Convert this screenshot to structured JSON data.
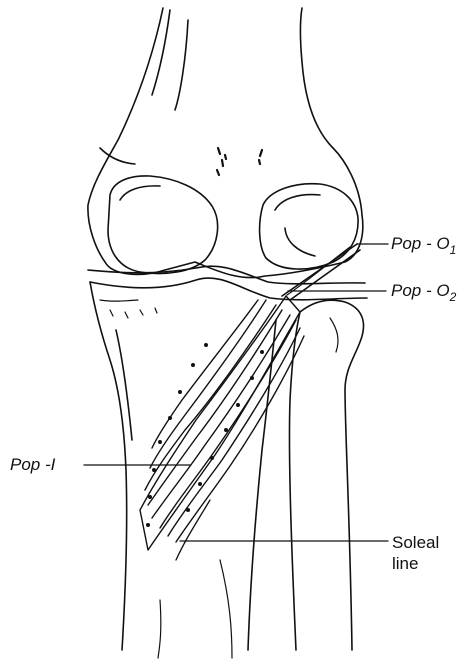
{
  "labels": {
    "pop_o1": {
      "text": "Pop - O",
      "subscript": "1"
    },
    "pop_o2": {
      "text": "Pop - O",
      "subscript": "2"
    },
    "pop_i": {
      "text": "Pop -I"
    },
    "soleal_line": {
      "line1": "Soleal",
      "line2": "line"
    }
  },
  "colors": {
    "ink": "#111111",
    "background": "#ffffff"
  }
}
